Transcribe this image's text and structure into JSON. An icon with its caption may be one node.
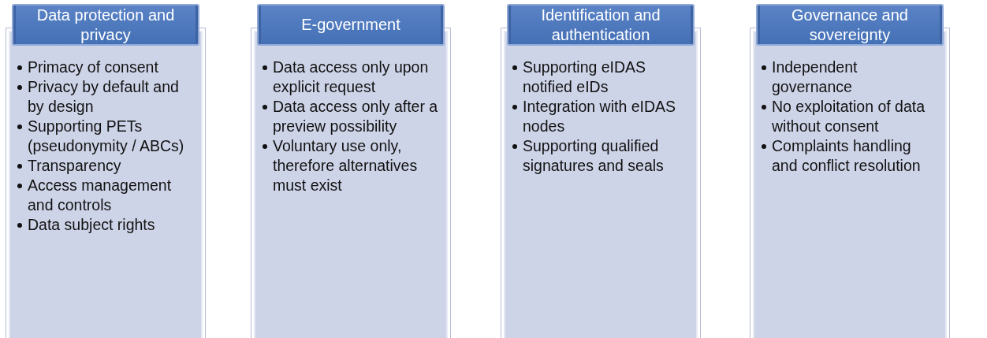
{
  "diagram": {
    "nodes": [
      {
        "text": [
          "Data protection and privacy"
        ]
      },
      {
        "text": [
          "Primacy of consent",
          "Privacy by default and by design",
          "Supporting PETs (pseudonymity / ABCs)",
          "Transparency",
          "Access management and controls",
          "Data subject rights"
        ]
      },
      {
        "text": [
          "E-government"
        ]
      },
      {
        "text": [
          "Data access only upon explicit request",
          "Data access only after a preview possibility",
          "Voluntary use only, therefore alternatives must exist"
        ]
      },
      {
        "text": [
          "Identification and authentication"
        ]
      },
      {
        "text": [
          "Supporting eIDAS notified eIDs",
          "Integration with eIDAS nodes",
          "Supporting qualified signatures and seals"
        ]
      },
      {
        "text": [
          "Governance and sovereignty"
        ]
      },
      {
        "text": [
          "Independent governance",
          "No exploitation of data without consent",
          "Complaints handling and conflict resolution"
        ]
      }
    ],
    "edges": []
  }
}
